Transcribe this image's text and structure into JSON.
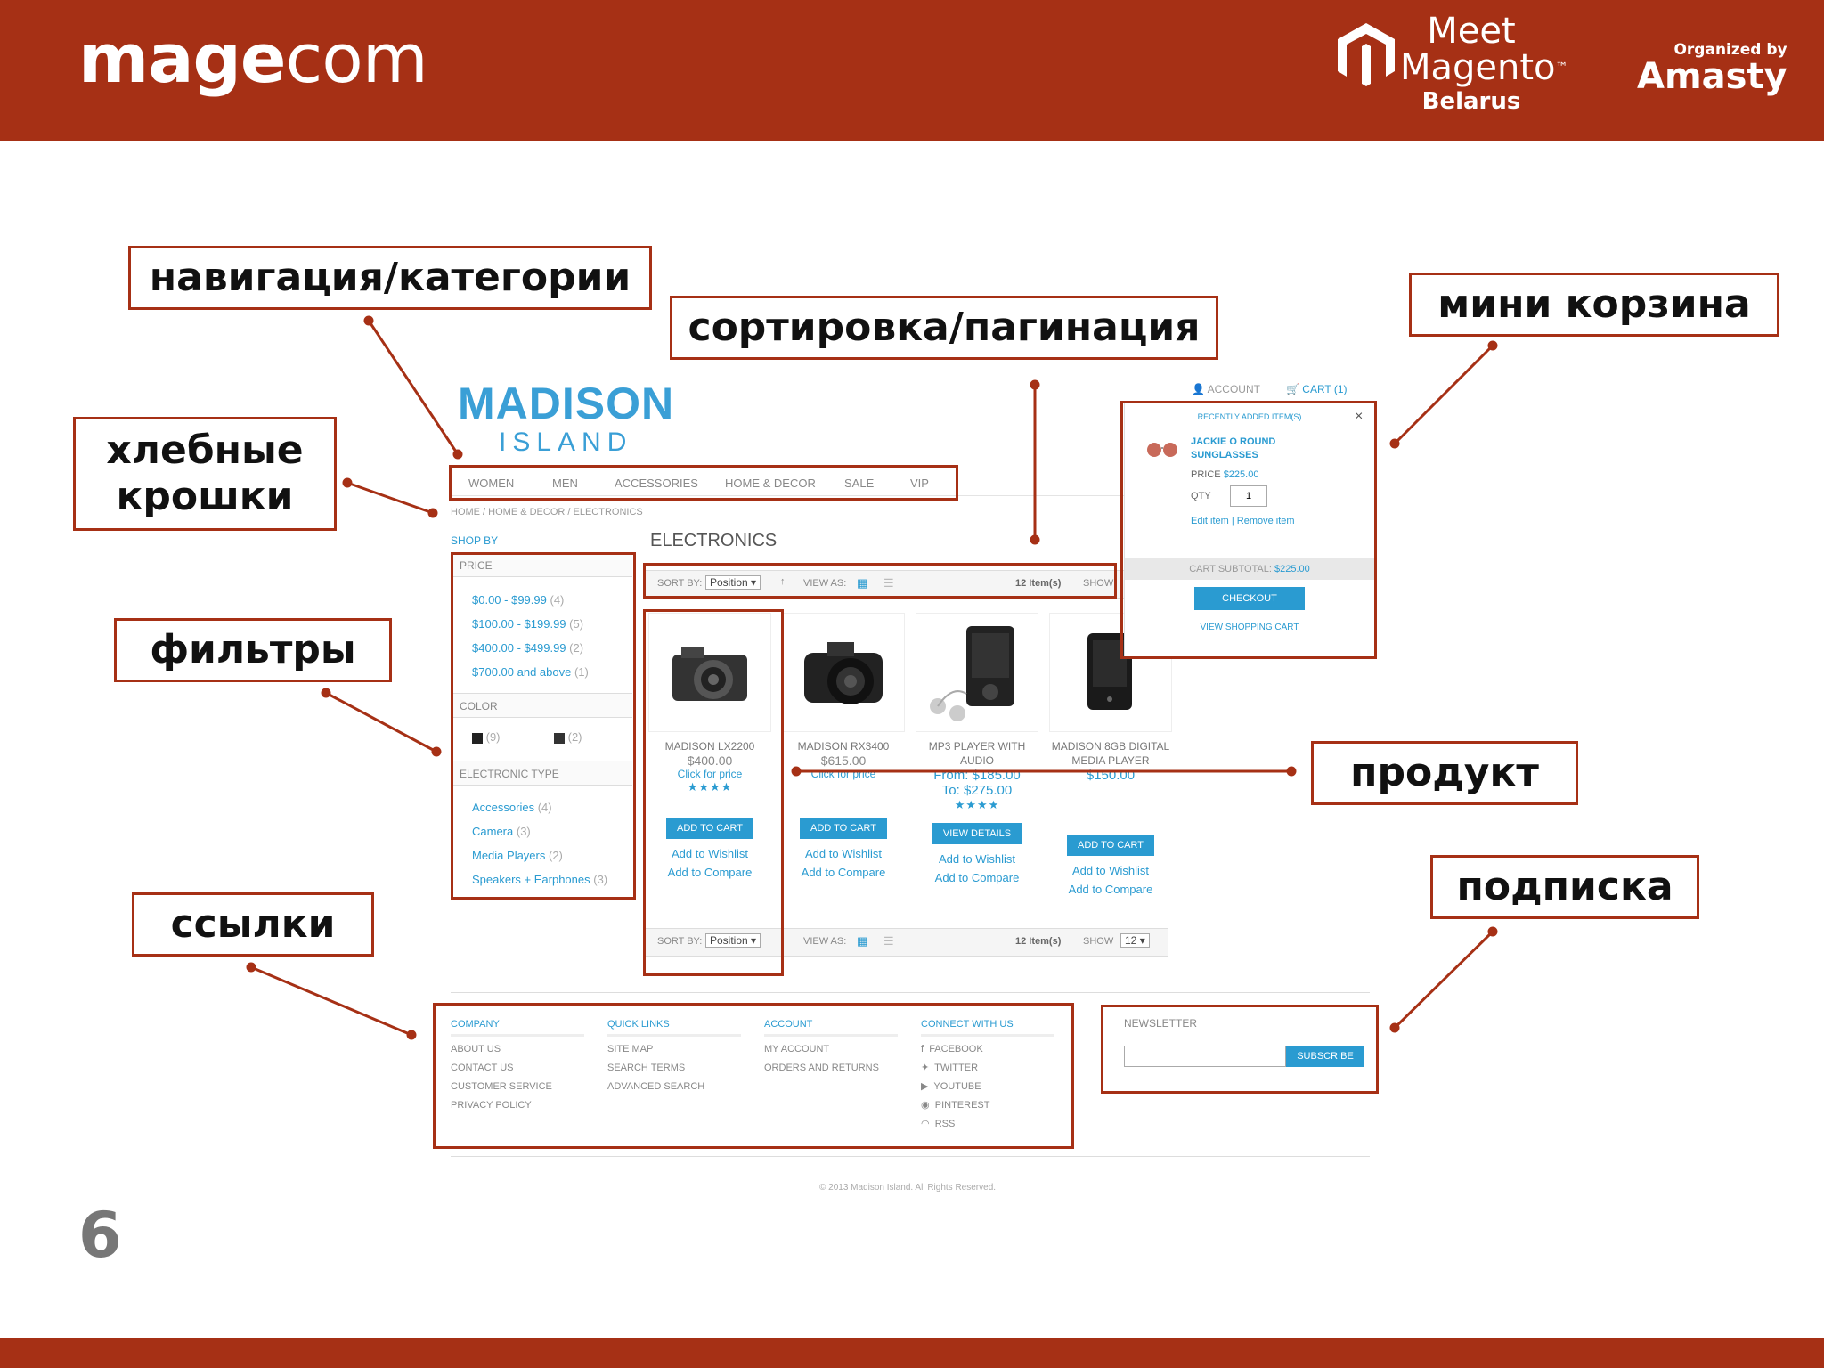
{
  "header": {
    "brand_bold": "mage",
    "brand_light": "com",
    "meet": "Meet",
    "magento": "Magento",
    "tm": "™",
    "belarus": "Belarus",
    "organized_by": "Organized by",
    "amasty": "Amasty"
  },
  "slide_number": "6",
  "callouts": {
    "navigation": "навигация/категории",
    "sorting": "сортировка/пагинация",
    "minicart": "мини корзина",
    "breadcrumbs_line1": "хлебные",
    "breadcrumbs_line2": "крошки",
    "filters": "фильтры",
    "product": "продукт",
    "newsletter": "подписка",
    "links": "ссылки"
  },
  "store": {
    "logo_top": "MADISON",
    "logo_bottom": "ISLAND",
    "account": "ACCOUNT",
    "cart": "CART (1)",
    "nav": [
      "WOMEN",
      "MEN",
      "ACCESSORIES",
      "HOME & DECOR",
      "SALE",
      "VIP"
    ],
    "breadcrumb": "HOME  /  HOME & DECOR  /  ELECTRONICS",
    "shop_by": "SHOP BY",
    "filters": {
      "price_title": "PRICE",
      "price_items": [
        {
          "label": "$0.00 - $99.99",
          "count": "(4)"
        },
        {
          "label": "$100.00 - $199.99",
          "count": "(5)"
        },
        {
          "label": "$400.00 - $499.99",
          "count": "(2)"
        },
        {
          "label": "$700.00 and above",
          "count": "(1)"
        }
      ],
      "color_title": "COLOR",
      "color_counts": [
        "(9)",
        "(2)"
      ],
      "type_title": "ELECTRONIC TYPE",
      "type_items": [
        {
          "label": "Accessories",
          "count": "(4)"
        },
        {
          "label": "Camera",
          "count": "(3)"
        },
        {
          "label": "Media Players",
          "count": "(2)"
        },
        {
          "label": "Speakers + Earphones",
          "count": "(3)"
        }
      ]
    },
    "category_title": "ELECTRONICS",
    "toolbar": {
      "sort_by": "SORT BY:",
      "sort_value": "Position",
      "view_as": "VIEW AS:",
      "items": "12 Item(s)",
      "show": "SHOW",
      "show_value": "12"
    },
    "products": [
      {
        "name": "MADISON LX2200",
        "old_price": "$400.00",
        "price_line1": "",
        "price_line2": "",
        "click_for_price": "Click for price",
        "stars": "★★★★",
        "button": "ADD TO CART",
        "wishlist": "Add to Wishlist",
        "compare": "Add to Compare"
      },
      {
        "name": "MADISON RX3400",
        "old_price": "$615.00",
        "price_line1": "",
        "price_line2": "",
        "click_for_price": "Click for price",
        "stars": "",
        "button": "ADD TO CART",
        "wishlist": "Add to Wishlist",
        "compare": "Add to Compare"
      },
      {
        "name": "MP3 PLAYER WITH AUDIO",
        "old_price": "",
        "price_line1": "From: $185.00",
        "price_line2": "To: $275.00",
        "click_for_price": "",
        "stars": "★★★★",
        "button": "VIEW DETAILS",
        "wishlist": "Add to Wishlist",
        "compare": "Add to Compare"
      },
      {
        "name": "MADISON 8GB DIGITAL MEDIA PLAYER",
        "old_price": "",
        "price_line1": "$150.00",
        "price_line2": "",
        "click_for_price": "",
        "stars": "",
        "button": "ADD TO CART",
        "wishlist": "Add to Wishlist",
        "compare": "Add to Compare"
      }
    ],
    "minicart": {
      "title": "RECENTLY ADDED ITEM(S)",
      "close": "×",
      "item_name": "JACKIE O ROUND SUNGLASSES",
      "price_label": "PRICE",
      "price": "$225.00",
      "qty_label": "QTY",
      "qty": "1",
      "edit": "Edit item",
      "remove": "Remove item",
      "subtotal_label": "CART SUBTOTAL:",
      "subtotal": "$225.00",
      "checkout": "CHECKOUT",
      "view_cart": "VIEW SHOPPING CART"
    },
    "footer": {
      "columns": [
        {
          "title": "COMPANY",
          "links": [
            "ABOUT US",
            "CONTACT US",
            "CUSTOMER SERVICE",
            "PRIVACY POLICY"
          ]
        },
        {
          "title": "QUICK LINKS",
          "links": [
            "SITE MAP",
            "SEARCH TERMS",
            "ADVANCED SEARCH"
          ]
        },
        {
          "title": "ACCOUNT",
          "links": [
            "MY ACCOUNT",
            "ORDERS AND RETURNS"
          ]
        },
        {
          "title": "CONNECT WITH US",
          "links": [
            "FACEBOOK",
            "TWITTER",
            "YOUTUBE",
            "PINTEREST",
            "RSS"
          ]
        }
      ],
      "newsletter_title": "NEWSLETTER",
      "subscribe": "SUBSCRIBE",
      "copyright": "© 2013 Madison Island. All Rights Reserved."
    }
  },
  "colors": {
    "brand_red": "#a63015",
    "store_blue": "#2a9bd1"
  }
}
